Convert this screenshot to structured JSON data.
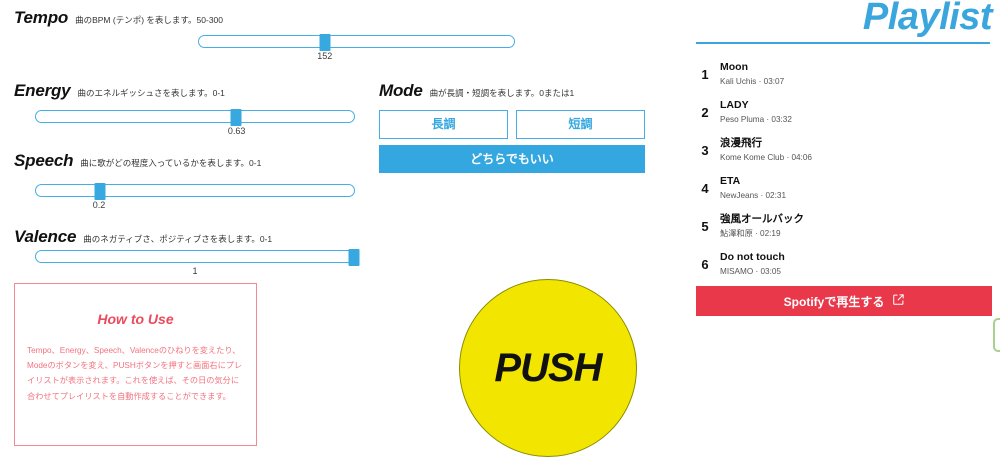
{
  "params": [
    {
      "id": "tempo",
      "title": "Tempo",
      "desc": "曲のBPM (テンポ) を表します。50-300",
      "value": "152",
      "percent": 40
    },
    {
      "id": "energy",
      "title": "Energy",
      "desc": "曲のエネルギッシュさを表します。0-1",
      "value": "0.63",
      "percent": 63
    },
    {
      "id": "speech",
      "title": "Speech",
      "desc": "曲に歌がどの程度入っているかを表します。0-1",
      "value": "0.2",
      "percent": 20
    },
    {
      "id": "valence",
      "title": "Valence",
      "desc": "曲のネガティブさ、ポジティブさを表します。0-1",
      "value": "1",
      "percent": 100
    }
  ],
  "mode": {
    "title": "Mode",
    "desc": "曲が長調・短調を表します。0または1",
    "major_label": "長調",
    "minor_label": "短調",
    "either_label": "どちらでもいい",
    "selected": "either"
  },
  "howto": {
    "title": "How to Use",
    "body": "Tempo、Energy、Speech、Valenceのひねりを変えたり、Modeのボタンを変え、PUSHボタンを押すと画面右にプレイリストが表示されます。これを使えば、その日の気分に合わせてプレイリストを自動作成することができます。"
  },
  "push": {
    "label": "PUSH"
  },
  "playlist": {
    "title": "Playlist",
    "tracks": [
      {
        "index": "1",
        "name": "Moon",
        "sub": "Kali Uchis · 03:07"
      },
      {
        "index": "2",
        "name": "LADY",
        "sub": "Peso Pluma · 03:32"
      },
      {
        "index": "3",
        "name": "浪漫飛行",
        "sub": "Kome Kome Club · 04:06"
      },
      {
        "index": "4",
        "name": "ETA",
        "sub": "NewJeans · 02:31"
      },
      {
        "index": "5",
        "name": "強風オールバック",
        "sub": "鮎澤和原 · 02:19"
      },
      {
        "index": "6",
        "name": "Do not touch",
        "sub": "MISAMO · 03:05"
      }
    ]
  },
  "spotify": {
    "label": "Spotifyで再生する",
    "icon": "external-link-icon"
  },
  "colors": {
    "accent_blue": "#37a8e0",
    "push_yellow": "#f2e500",
    "spotify_red": "#e8384a",
    "howto_pink": "#ea4b5c",
    "edge_green": "#a8d18d"
  }
}
